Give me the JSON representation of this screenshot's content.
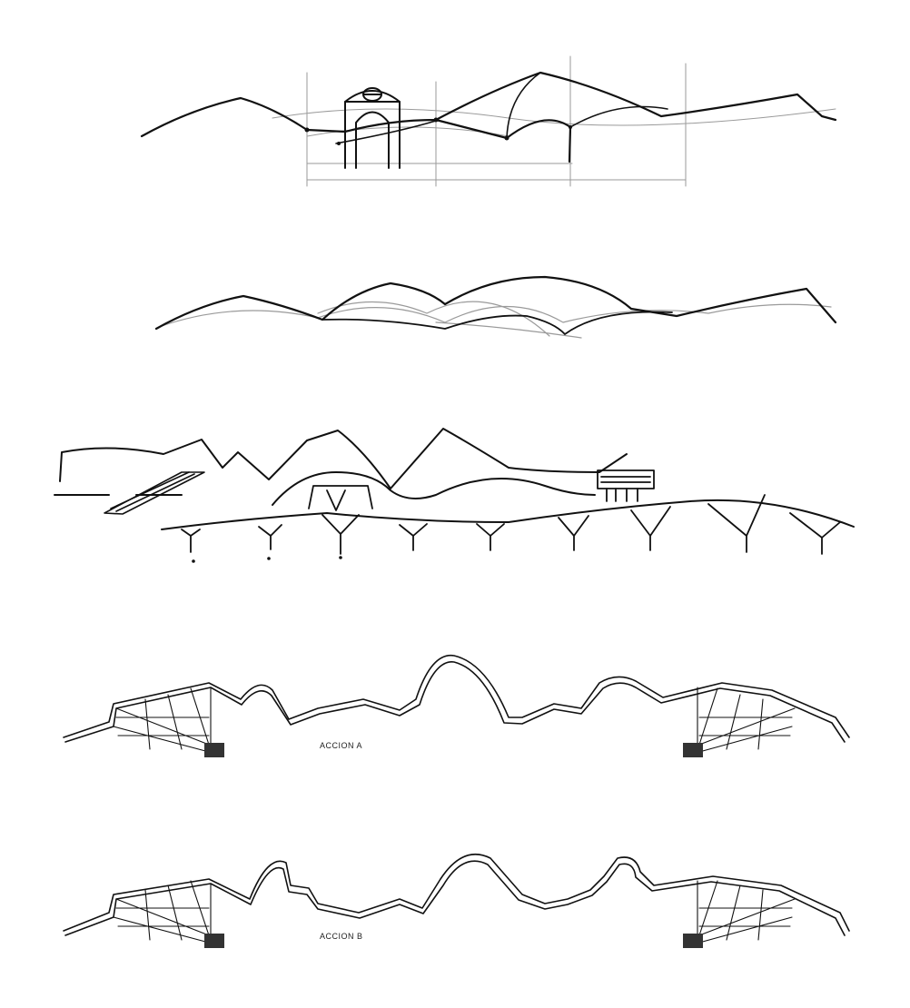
{
  "sheet": {
    "panels": [
      {
        "id": "sketch-1",
        "kind": "pencil-and-ink sketch"
      },
      {
        "id": "sketch-2",
        "kind": "pencil-and-ink sketch"
      },
      {
        "id": "sketch-3",
        "kind": "ink sketch"
      },
      {
        "id": "section-a",
        "kind": "technical section drawing",
        "label": "ACCION A"
      },
      {
        "id": "section-b",
        "kind": "technical section drawing",
        "label": "ACCION B"
      }
    ]
  },
  "colors": {
    "ink": "#111111",
    "pencil": "#9a9a9a",
    "paper": "#ffffff",
    "poche": "#333333"
  }
}
